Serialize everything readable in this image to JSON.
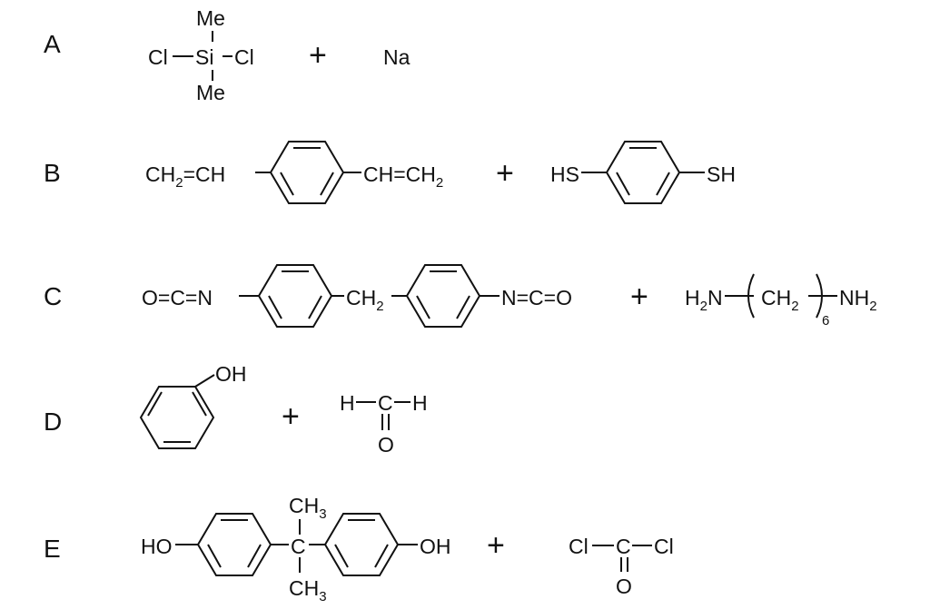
{
  "reactions": [
    {
      "label": "A",
      "me_top": "Me",
      "me_bottom": "Me",
      "cl_left": "Cl",
      "si": "Si",
      "cl_right": "Cl",
      "plus": "+",
      "na": "Na"
    },
    {
      "label": "B",
      "left_ch2": "CH",
      "left_sub": "2",
      "left_rest": "=CH",
      "right_start": "CH=CH",
      "right_sub": "2",
      "plus": "+",
      "hs": "HS",
      "sh": "SH"
    },
    {
      "label": "C",
      "oc_n": "O=C=N",
      "ch2": "CH",
      "ch2_sub": "2",
      "n_co": "N=C=O",
      "plus": "+",
      "h2n_h": "H",
      "h2n_sub": "2",
      "h2n_n": "N",
      "mid_ch2": "CH",
      "mid_sub": "2",
      "rep_sub": "6",
      "nh2_nh": "NH",
      "nh2_sub": "2"
    },
    {
      "label": "D",
      "oh": "OH",
      "plus": "+",
      "h_left": "H",
      "c": "C",
      "h_right": "H",
      "o": "O"
    },
    {
      "label": "E",
      "ho": "HO",
      "ch3_top": "CH",
      "ch3_top_sub": "3",
      "c": "C",
      "ch3_bottom": "CH",
      "ch3_bottom_sub": "3",
      "oh": "OH",
      "plus": "+",
      "cl_left": "Cl",
      "c2": "C",
      "cl_right": "Cl",
      "o": "O"
    }
  ]
}
